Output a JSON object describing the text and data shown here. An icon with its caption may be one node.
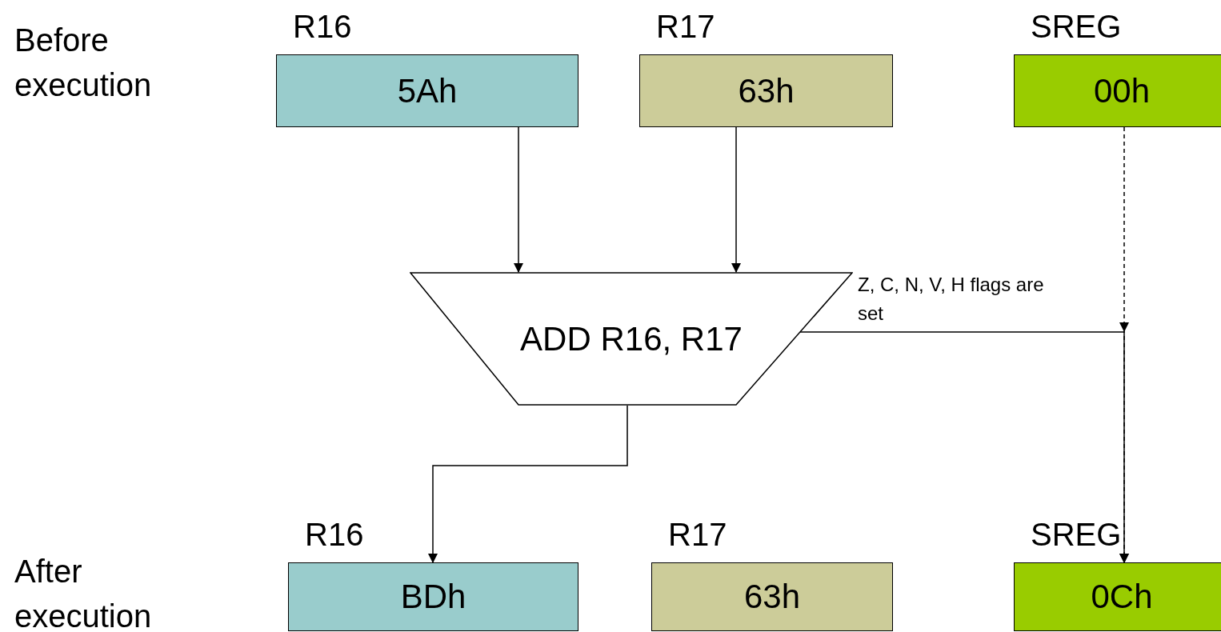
{
  "diagram": {
    "nodes": [
      {
        "text": [
          "R16",
          "5Ah"
        ]
      },
      {
        "text": [
          "R17",
          "63h"
        ]
      },
      {
        "text": [
          "SREG",
          "00h"
        ]
      },
      {
        "text": [
          "ADD R16, R17"
        ]
      },
      {
        "text": [
          "R16",
          "BDh"
        ]
      },
      {
        "text": [
          "R17",
          "63h"
        ]
      },
      {
        "text": [
          "SREG",
          "0Ch"
        ]
      }
    ],
    "edges": [
      {
        "from": 0,
        "to": 3,
        "arrow": "to"
      },
      {
        "from": 1,
        "to": 3,
        "arrow": "to"
      },
      {
        "from": 3,
        "to": 4,
        "arrow": "to"
      },
      {
        "from": 3,
        "to": 6,
        "arrow": "to",
        "label": "Z, C, N, V, H flags are set"
      },
      {
        "from": 2,
        "to": 6,
        "arrow": "to",
        "style": "dashed"
      }
    ],
    "labels": [
      "Before execution",
      "After execution"
    ]
  }
}
